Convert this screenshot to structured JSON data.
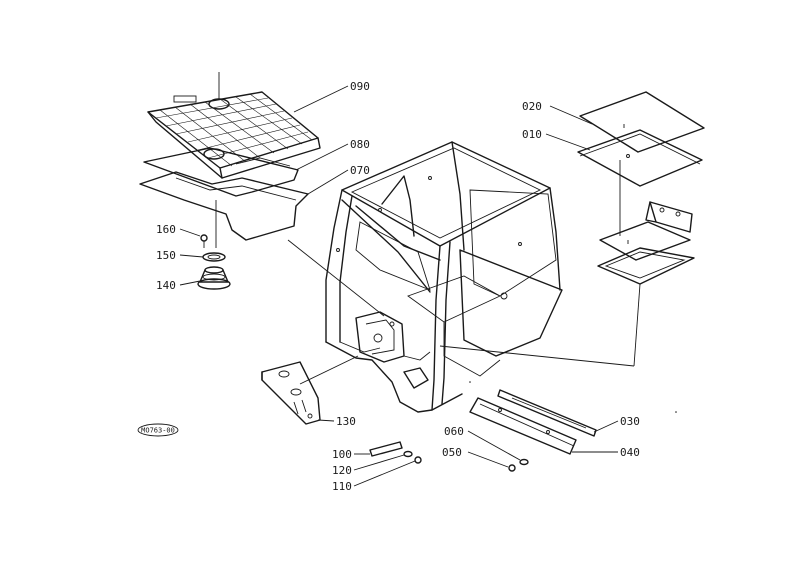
{
  "figure_ref": "MO763-00",
  "parts": [
    {
      "id": "p090",
      "number": "090"
    },
    {
      "id": "p080",
      "number": "080"
    },
    {
      "id": "p070",
      "number": "070"
    },
    {
      "id": "p020",
      "number": "020"
    },
    {
      "id": "p010",
      "number": "010"
    },
    {
      "id": "p160",
      "number": "160"
    },
    {
      "id": "p150",
      "number": "150"
    },
    {
      "id": "p140",
      "number": "140"
    },
    {
      "id": "p130",
      "number": "130"
    },
    {
      "id": "p100",
      "number": "100"
    },
    {
      "id": "p120",
      "number": "120"
    },
    {
      "id": "p110",
      "number": "110"
    },
    {
      "id": "p060",
      "number": "060"
    },
    {
      "id": "p050",
      "number": "050"
    },
    {
      "id": "p030",
      "number": "030"
    },
    {
      "id": "p040",
      "number": "040"
    }
  ]
}
